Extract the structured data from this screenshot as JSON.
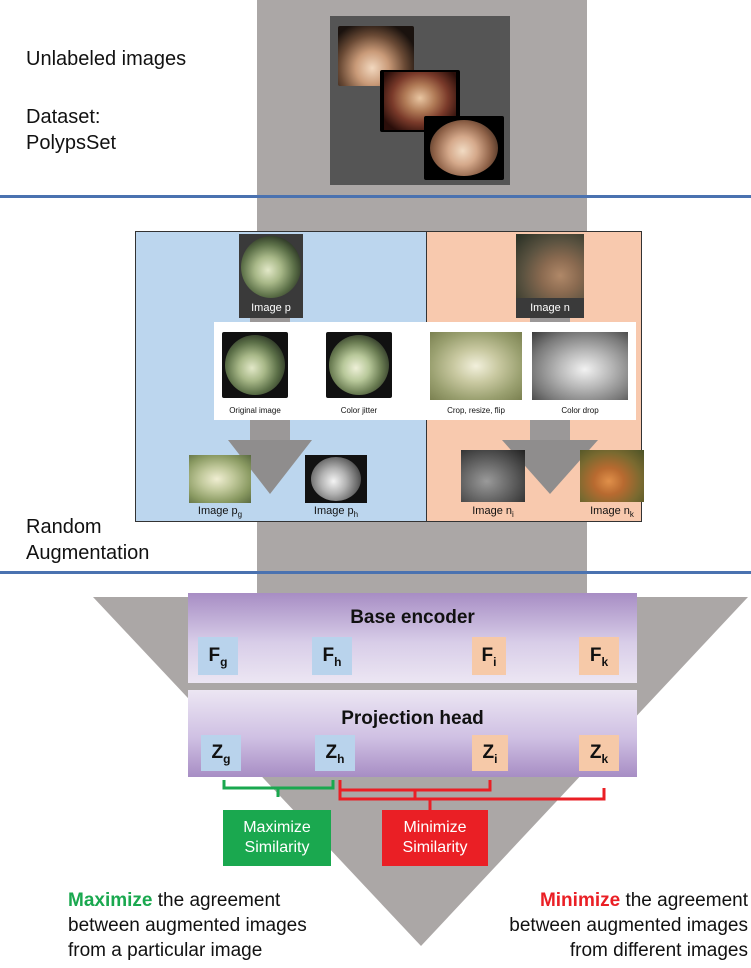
{
  "sections": {
    "unlabeled": {
      "title": "Unlabeled images",
      "dataset_label": "Dataset:",
      "dataset_name": "PolypsSet"
    },
    "augmentation": {
      "label_line1": "Random",
      "label_line2": "Augmentation",
      "image_p": "Image p",
      "image_n": "Image n",
      "aug_types": [
        "Original image",
        "Color jitter",
        "Crop, resize, flip",
        "Color drop"
      ],
      "image_pg": "Image p",
      "image_pg_sub": "g",
      "image_ph": "Image p",
      "image_ph_sub": "h",
      "image_ni": "Image n",
      "image_ni_sub": "i",
      "image_nk": "Image n",
      "image_nk_sub": "k"
    },
    "encoder": {
      "title": "Base encoder",
      "features": [
        {
          "main": "F",
          "sub": "g"
        },
        {
          "main": "F",
          "sub": "h"
        },
        {
          "main": "F",
          "sub": "i"
        },
        {
          "main": "F",
          "sub": "k"
        }
      ]
    },
    "projection": {
      "title": "Projection head",
      "outputs": [
        {
          "main": "Z",
          "sub": "g"
        },
        {
          "main": "Z",
          "sub": "h"
        },
        {
          "main": "Z",
          "sub": "i"
        },
        {
          "main": "Z",
          "sub": "k"
        }
      ]
    },
    "similarity": {
      "maximize_line1": "Maximize",
      "maximize_line2": "Similarity",
      "minimize_line1": "Minimize",
      "minimize_line2": "Similarity"
    },
    "bottom": {
      "left_keyword": "Maximize",
      "left_rest": " the agreement",
      "left_line2": "between augmented images",
      "left_line3": "from a particular image",
      "right_keyword": "Minimize",
      "right_rest": " the agreement",
      "right_line2": "between augmented images",
      "right_line3": "from different images"
    }
  },
  "colors": {
    "column_gray": "#aba7a6",
    "divider_blue": "#4a72b0",
    "positive_panel": "#bcd6ee",
    "negative_panel": "#f8c9ae",
    "blue_feature": "#b9d3ec",
    "orange_feature": "#f6c9a8",
    "maximize_green": "#1aa84f",
    "minimize_red": "#ea1f25"
  }
}
